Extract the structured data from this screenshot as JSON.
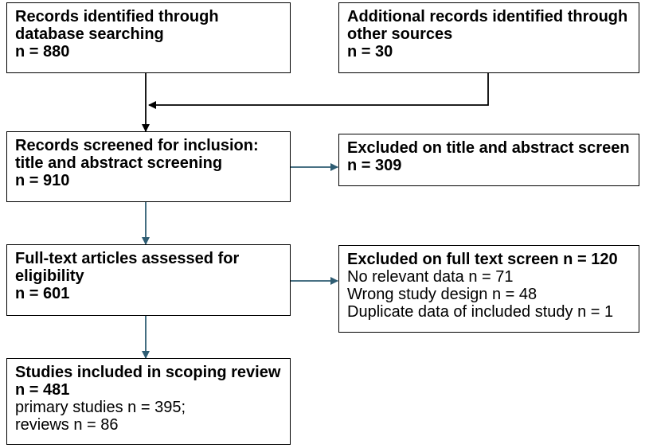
{
  "boxes": {
    "database_search": {
      "lines": [
        "Records identified through",
        "database searching",
        "n = 880"
      ]
    },
    "other_sources": {
      "lines": [
        "Additional records identified through",
        "other sources",
        "n = 30"
      ]
    },
    "screened": {
      "lines": [
        "Records screened for inclusion:",
        "title and abstract screening",
        "n = 910"
      ]
    },
    "excluded_title_abstract": {
      "lines": [
        "Excluded on title and abstract screen",
        "n = 309"
      ]
    },
    "full_text": {
      "lines": [
        "Full-text articles assessed for",
        "eligibility",
        "n = 601"
      ]
    },
    "excluded_full_text": {
      "heading": "Excluded on full text screen n = 120",
      "items": [
        "No relevant data n = 71",
        "Wrong study design n = 48",
        "Duplicate data of included study n = 1"
      ]
    },
    "included": {
      "lines": [
        "Studies included in scoping review",
        "n = 481"
      ],
      "items": [
        "primary studies n = 395;",
        "reviews n = 86"
      ]
    }
  },
  "colors": {
    "black_arrow": "#000000",
    "teal_arrow": "#2f5d73",
    "border": "#000000"
  }
}
